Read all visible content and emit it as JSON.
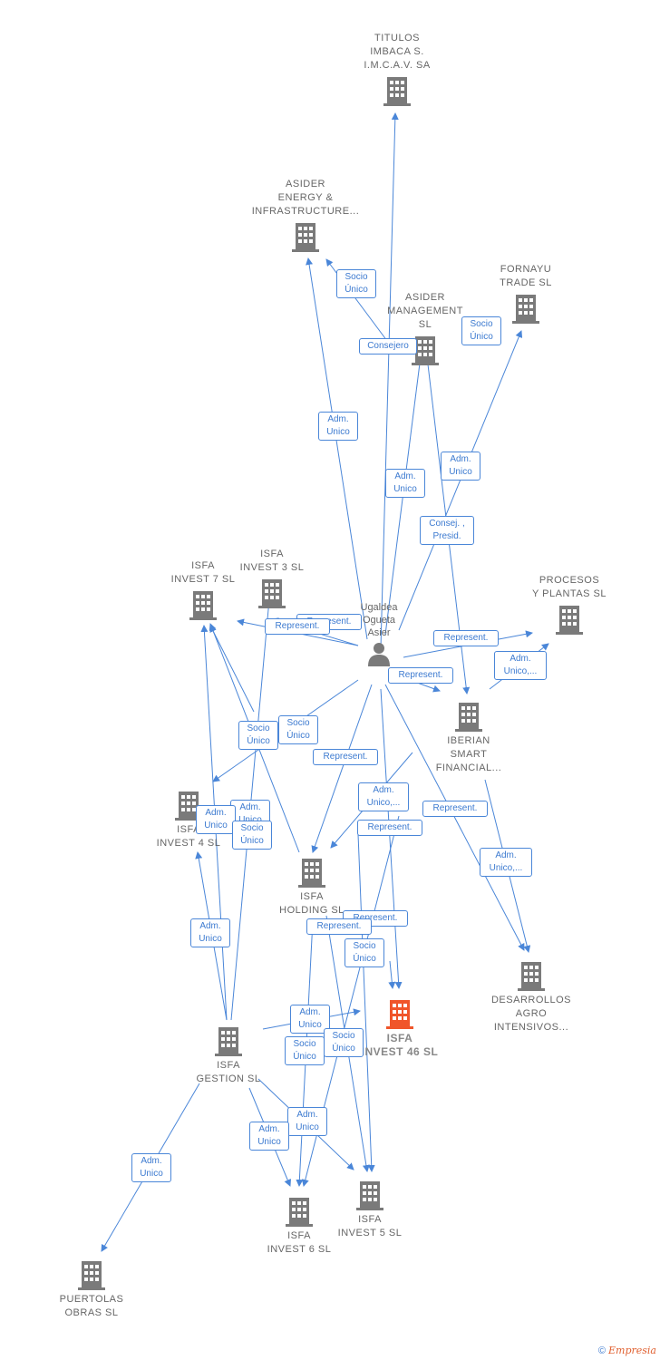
{
  "colors": {
    "edge": "#4a86d8",
    "building": "#7a7a7a",
    "focus": "#f0552a",
    "text": "#666666"
  },
  "person": {
    "label": "Ugaldea\nOgueta\nAsier",
    "icon": "person-icon"
  },
  "nodes": [
    {
      "id": "titulos",
      "label": "TITULOS\nIMBACA S.\nI.M.C.A.V. SA",
      "focus": false
    },
    {
      "id": "asider_energy",
      "label": "ASIDER\nENERGY &\nINFRASTRUCTURE...",
      "focus": false
    },
    {
      "id": "fornayu",
      "label": "FORNAYU\nTRADE  SL",
      "focus": false
    },
    {
      "id": "asider_mgmt",
      "label": "ASIDER\nMANAGEMENT\nSL",
      "focus": false
    },
    {
      "id": "isfa_invest7",
      "label": "ISFA\nINVEST 7  SL",
      "focus": false
    },
    {
      "id": "isfa_invest3",
      "label": "ISFA\nINVEST 3  SL",
      "focus": false
    },
    {
      "id": "procesos",
      "label": "PROCESOS\nY PLANTAS  SL",
      "focus": false
    },
    {
      "id": "iberian",
      "label": "IBERIAN\nSMART\nFINANCIAL...",
      "focus": false
    },
    {
      "id": "isfa_invest4",
      "label": "ISFA\nINVEST 4  SL",
      "focus": false
    },
    {
      "id": "isfa_holding",
      "label": "ISFA\nHOLDING  SL",
      "focus": false
    },
    {
      "id": "desarrollos",
      "label": "DESARROLLOS\nAGRO\nINTENSIVOS...",
      "focus": false
    },
    {
      "id": "isfa_invest46",
      "label": "ISFA\nINVEST 46  SL",
      "focus": true
    },
    {
      "id": "isfa_gestion",
      "label": "ISFA\nGESTION  SL",
      "focus": false
    },
    {
      "id": "isfa_invest6",
      "label": "ISFA\nINVEST 6  SL",
      "focus": false
    },
    {
      "id": "isfa_invest5",
      "label": "ISFA\nINVEST 5  SL",
      "focus": false
    },
    {
      "id": "puertolas",
      "label": "PUERTOLAS\nOBRAS  SL",
      "focus": false
    }
  ],
  "relations": [
    "Socio\nÚnico",
    "Consejero",
    "Socio\nÚnico",
    "Adm.\nUnico",
    "Adm.\nUnico",
    "Adm.\nUnico",
    "Consej. ,\nPresid.",
    "Represent.",
    "Represent.",
    "Represent.",
    "Adm.\nUnico,...",
    "Represent.",
    "Socio\nÚnico",
    "Socio\nÚnico",
    "Represent.",
    "Adm.\nUnico,...",
    "Represent.",
    "Represent.",
    "Adm.\nUnico",
    "Adm.\nUnico",
    "Socio\nÚnico",
    "Adm.\nUnico,...",
    "Adm.\nUnico",
    "Represent.",
    "Represent.",
    "Socio\nÚnico",
    "Adm.\nUnico",
    "Socio\nÚnico",
    "Socio\nÚnico",
    "Adm.\nUnico",
    "Adm.\nUnico",
    "Adm.\nUnico"
  ],
  "footer": {
    "copyright": "©",
    "brand": "Empresia"
  }
}
